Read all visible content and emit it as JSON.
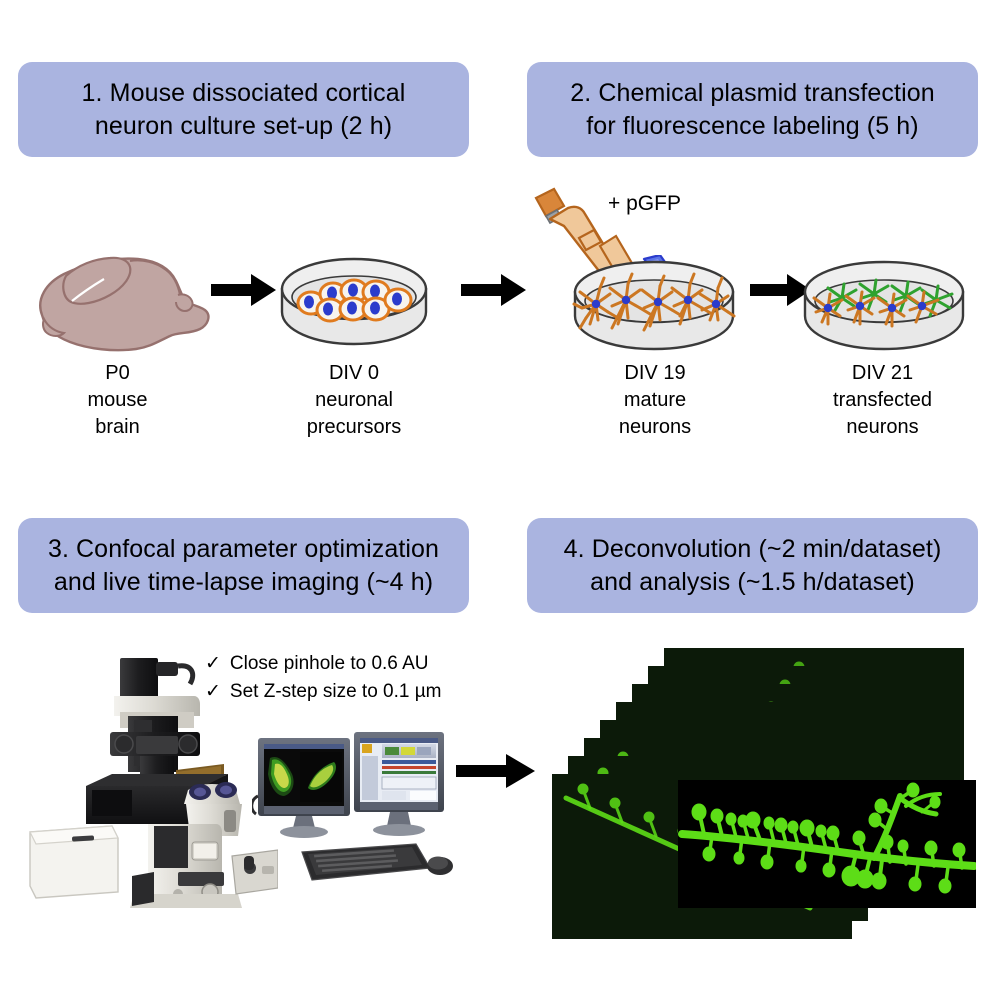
{
  "figure": {
    "title": "Live confocal imaging workflow of dissociated cortical neurons",
    "box_color": "#aab4e0",
    "arrow_color": "#000000"
  },
  "panels": [
    {
      "id": "panel-1",
      "number": "1",
      "header_line1": "1. Mouse dissociated  cortical",
      "header_line2": "neuron culture set-up (2 h)",
      "steps": [
        {
          "name": "brain",
          "line1": "P0",
          "line2": "mouse",
          "line3": "brain"
        },
        {
          "name": "div0-dish",
          "line1": "DIV 0",
          "line2": "neuronal",
          "line3": "precursors"
        }
      ]
    },
    {
      "id": "panel-2",
      "number": "2",
      "header_line1": "2. Chemical  plasmid transfection",
      "header_line2": "for fluorescence  labeling (5 h)",
      "pipette_label": "+ pGFP",
      "steps": [
        {
          "name": "div19-dish",
          "line1": "DIV 19",
          "line2": "mature",
          "line3": "neurons"
        },
        {
          "name": "div21-dish",
          "line1": "DIV 21",
          "line2": "transfected",
          "line3": "neurons"
        }
      ]
    },
    {
      "id": "panel-3",
      "number": "3",
      "header_line1": "3. Confocal  parameter optimization",
      "header_line2": "and  live time-lapse imaging (~4 h)",
      "checklist": [
        {
          "tick": "✓",
          "text": "Close pinhole to 0.6 AU"
        },
        {
          "tick": "✓",
          "text": "Set Z-step size to 0.1 µm"
        }
      ]
    },
    {
      "id": "panel-4",
      "number": "4",
      "header_line1": "4. Deconvolution  (~2 min/dataset)",
      "header_line2": "and  analysis (~1.5 h/dataset)"
    }
  ],
  "colors": {
    "brain_fill": "#c0a5a2",
    "brain_stroke": "#96716e",
    "dish_fill": "#e8e8e8",
    "dish_stroke": "#3a3a3a",
    "cell_body": "#f5f2ec",
    "cell_rim": "#e07b1e",
    "nucleus": "#2b3ccc",
    "neuron_orange": "#cc7722",
    "neuron_green": "#2fa22f",
    "pipette_body": "#f0c89a",
    "pipette_stroke": "#b5651d",
    "pipette_tip": "#3b5bdb",
    "gfp_green": "#5ddd17",
    "slice_bg": "#0c1a09"
  }
}
